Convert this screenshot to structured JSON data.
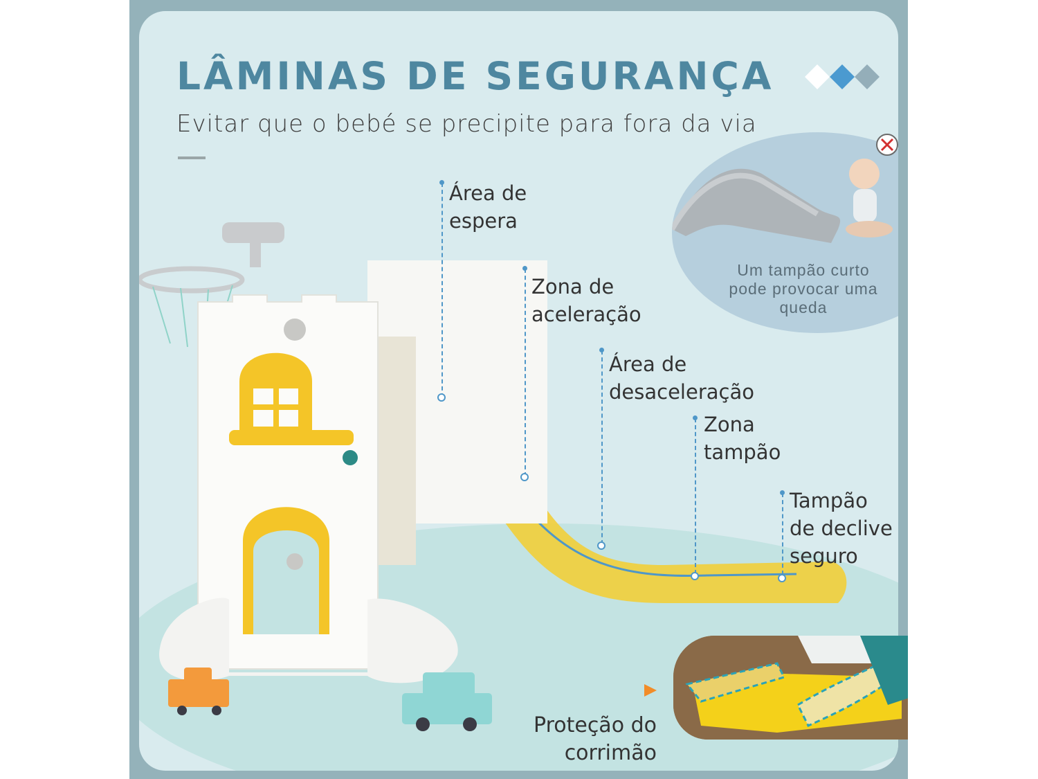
{
  "header": {
    "title": "LÂMINAS DE SEGURANÇA",
    "subtitle": "Evitar que o bebé se precipite para fora da via"
  },
  "callouts": [
    {
      "lines": [
        "Área de",
        "espera"
      ]
    },
    {
      "lines": [
        "Zona de",
        "aceleração"
      ]
    },
    {
      "lines": [
        "Área de",
        "desaceleração"
      ]
    },
    {
      "lines": [
        "Zona",
        "tampão"
      ]
    },
    {
      "lines": [
        "Tampão",
        "de declive",
        "seguro"
      ]
    }
  ],
  "inset": {
    "lines": [
      "Um tampão curto",
      "pode provocar uma",
      "queda"
    ],
    "icon": "cross-circle-icon"
  },
  "handrail": {
    "lines": [
      "Proteção do",
      "corrimão"
    ],
    "icon": "play-triangle-icon"
  },
  "colors": {
    "title": "#4e87a0",
    "accent_blue": "#4f97c8",
    "slide_yellow": "#f5d33d",
    "background": "#d9ebee",
    "orange": "#f28c28"
  }
}
